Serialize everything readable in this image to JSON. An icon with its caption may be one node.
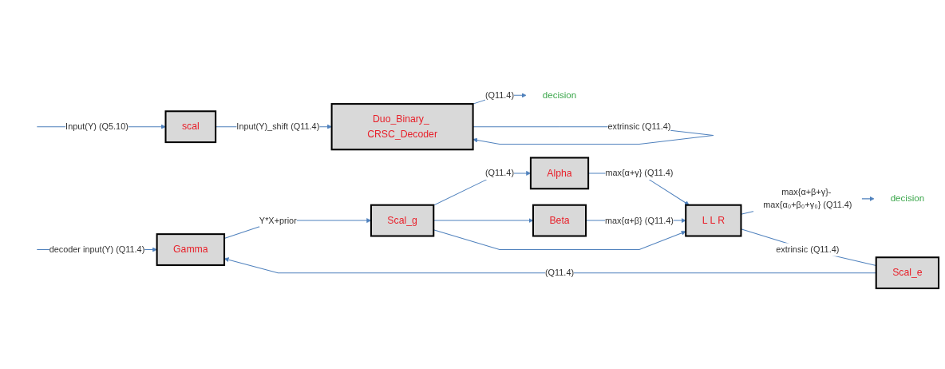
{
  "diagram": {
    "nodes": [
      {
        "text": [
          "scal"
        ]
      },
      {
        "text": [
          "Duo_Binary_ CRSC_Decoder"
        ]
      },
      {
        "text": [
          "decision"
        ]
      },
      {
        "text": [
          "Gamma"
        ]
      },
      {
        "text": [
          "Scal_g"
        ]
      },
      {
        "text": [
          "Alpha"
        ]
      },
      {
        "text": [
          "Beta"
        ]
      },
      {
        "text": [
          "L L R"
        ]
      },
      {
        "text": [
          "decision"
        ]
      },
      {
        "text": [
          "Scal_e"
        ]
      }
    ],
    "edges": [
      {
        "from": null,
        "to": 0,
        "arrow": "to",
        "label": "Input(Y) (Q5.10)"
      },
      {
        "from": 0,
        "to": 1,
        "arrow": "to",
        "label": "Input(Y)_shift (Q11.4)"
      },
      {
        "from": 1,
        "to": 2,
        "arrow": "to",
        "label": "(Q11.4)"
      },
      {
        "from": 1,
        "to": 1,
        "arrow": "to",
        "label": "extrinsic (Q11.4)"
      },
      {
        "from": null,
        "to": 3,
        "arrow": "to",
        "label": "decoder input(Y) (Q11.4)"
      },
      {
        "from": 3,
        "to": 4,
        "arrow": "to",
        "label": "Y*X+prior"
      },
      {
        "from": 4,
        "to": 5,
        "arrow": "to",
        "label": "(Q11.4)"
      },
      {
        "from": 4,
        "to": 6,
        "arrow": "to"
      },
      {
        "from": 4,
        "to": 7,
        "arrow": "to"
      },
      {
        "from": 5,
        "to": 7,
        "arrow": "to",
        "label": "max{α+γ} (Q11.4)"
      },
      {
        "from": 6,
        "to": 7,
        "arrow": "to",
        "label": "max{α+β} (Q11.4)"
      },
      {
        "from": 7,
        "to": 8,
        "arrow": "to",
        "label": "max{α+β+γ}- max{α₀+β₀+γ₀} (Q11.4)"
      },
      {
        "from": 7,
        "to": 9,
        "arrow": "none",
        "label": "extrinsic (Q11.4)"
      },
      {
        "from": 9,
        "to": 3,
        "arrow": "to",
        "label": "(Q11.4)"
      }
    ]
  }
}
